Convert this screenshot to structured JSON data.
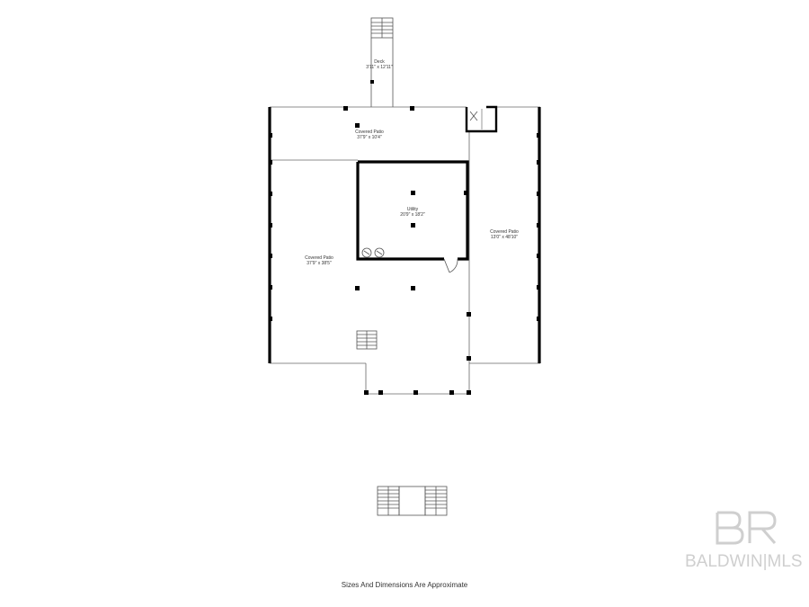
{
  "rooms": {
    "deck": {
      "name": "Deck",
      "dims": "3'11\" x 12'11\""
    },
    "patio_top": {
      "name": "Covered Patio",
      "dims": "37'9\" x 10'4\""
    },
    "utility": {
      "name": "Utility",
      "dims": "20'9\" x 18'2\""
    },
    "patio_right": {
      "name": "Covered Patio",
      "dims": "13'0\" x 48'10\""
    },
    "patio_left": {
      "name": "Covered Patio",
      "dims": "37'9\" x 38'5\""
    }
  },
  "footer": {
    "note": "Sizes And Dimensions Are Approximate"
  },
  "watermark": {
    "text": "BALDWIN|MLS"
  },
  "colors": {
    "wall": "#000000",
    "thin_line": "#555555",
    "watermark": "#cfcfcf"
  }
}
